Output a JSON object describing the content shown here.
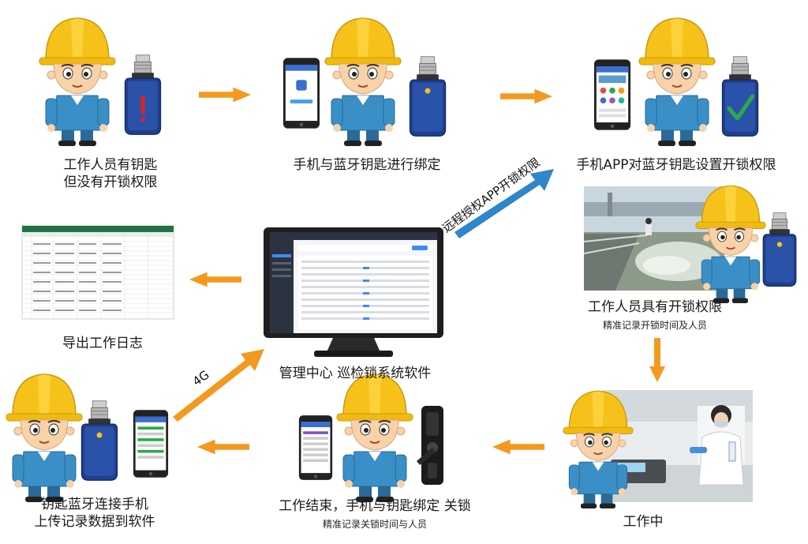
{
  "steps": {
    "step1": {
      "line1": "工作人员有钥匙",
      "line2": "但没有开锁权限"
    },
    "step2": {
      "label": "手机与蓝牙钥匙进行绑定"
    },
    "step3": {
      "label": "手机APP对蓝牙钥匙设置开锁权限"
    },
    "step4": {
      "label": "工作人员具有开锁权限",
      "sub": "精准记录开锁时间及人员"
    },
    "step5": {
      "label": "工作中"
    },
    "step6": {
      "label": "工作结束，手机与钥匙绑定 关锁",
      "sub": "精准记录关锁时间与人员"
    },
    "step7": {
      "line1": "钥匙蓝牙连接手机",
      "line2": "上传记录数据到软件"
    },
    "center": {
      "label": "管理中心 巡检锁系统软件"
    },
    "export": {
      "label": "导出工作日志"
    }
  },
  "arrows": {
    "remote": {
      "label": "远程授权APP开锁权限"
    },
    "network": {
      "label": "4G"
    }
  },
  "colors": {
    "arrow_orange": "#f39a1e",
    "arrow_blue": "#2f86c9",
    "helmet": "#f6c21a",
    "shirt": "#3a8fc6",
    "key_body": "#1f3f8f",
    "check": "#2ea84a",
    "warn": "#e32020"
  }
}
